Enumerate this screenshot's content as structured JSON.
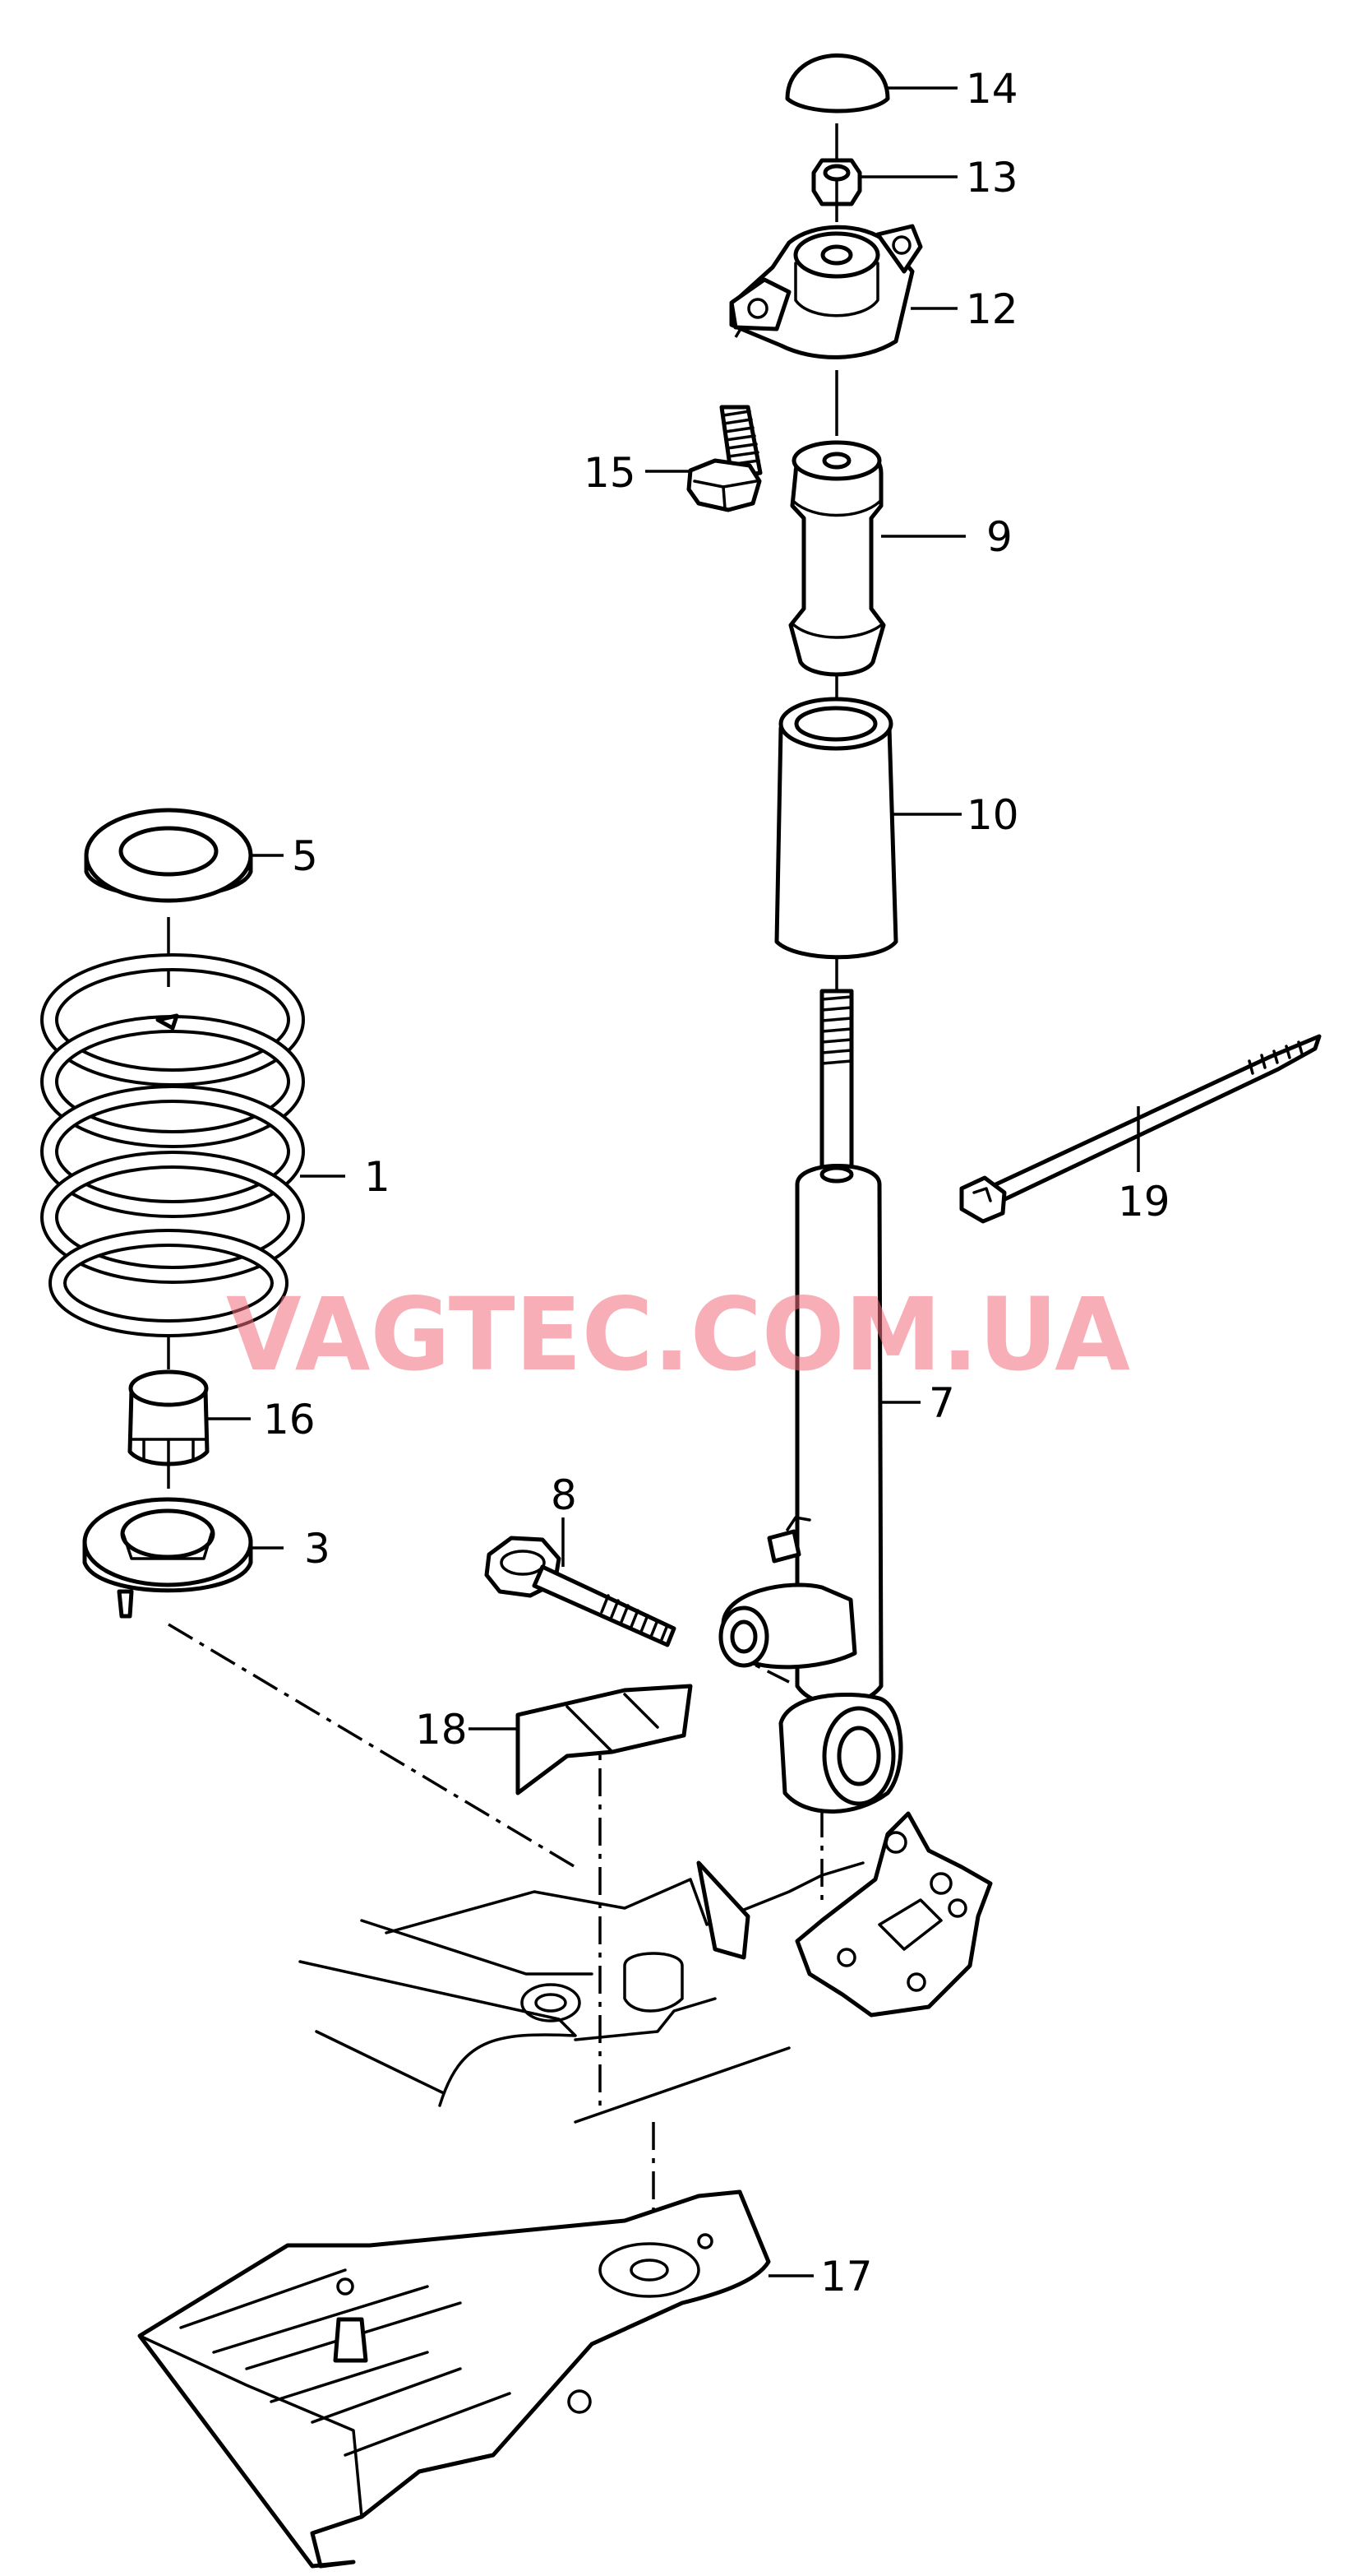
{
  "labels": {
    "p1": "1",
    "p3": "3",
    "p5": "5",
    "p7": "7",
    "p8": "8",
    "p9": "9",
    "p10": "10",
    "p12": "12",
    "p13": "13",
    "p14": "14",
    "p15": "15",
    "p16": "16",
    "p17": "17",
    "p18": "18",
    "p19": "19"
  },
  "watermark": {
    "text": "VAGTEC.COM.UA",
    "color": "#f26b7a"
  },
  "colors": {
    "line": "#000000",
    "background": "#ffffff"
  }
}
